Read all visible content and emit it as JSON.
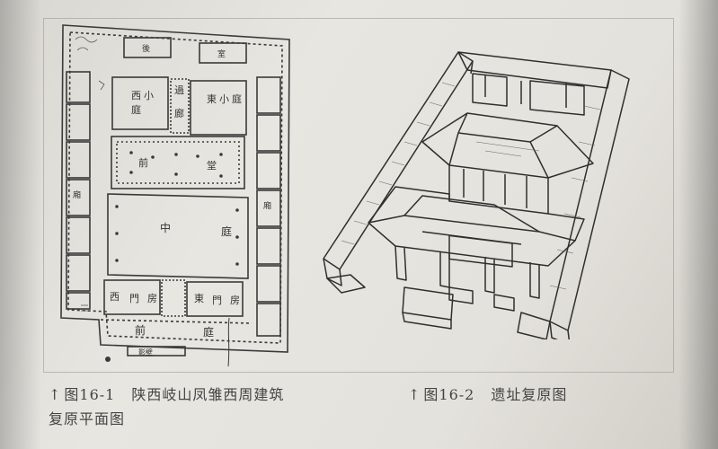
{
  "figure1": {
    "caption_arrow": "↑",
    "caption_number": "图16-1",
    "caption_title_line1": "陕西岐山凤雏西周建筑",
    "caption_title_line2": "复原平面图",
    "plan_labels": {
      "room_west_small_court_1": "西",
      "room_west_small_court_2": "小",
      "room_west_small_court_3": "庭",
      "room_east_small_court_1": "東",
      "room_east_small_court_2": "小",
      "room_east_small_court_3": "庭",
      "corridor_1": "過",
      "corridor_2": "廊",
      "front_hall_1": "前",
      "front_hall_2": "堂",
      "middle_court_1": "中",
      "middle_court_2": "庭",
      "west_gate_room_1": "西",
      "west_gate_room_2": "門",
      "west_gate_room_3": "房",
      "east_gate_room_1": "東",
      "east_gate_room_2": "門",
      "east_gate_room_3": "房",
      "front_court_1": "前",
      "front_court_2": "庭",
      "screen_wall": "影壁",
      "top_left_room": "後",
      "top_right_room": "室",
      "left_side_room": "廂",
      "right_side_room": "廂"
    }
  },
  "figure2": {
    "caption_arrow": "↑",
    "caption_number": "图16-2",
    "caption_title": "遗址复原图"
  },
  "colors": {
    "ink": "#3a3a3a",
    "paper": "#e5e3de"
  }
}
